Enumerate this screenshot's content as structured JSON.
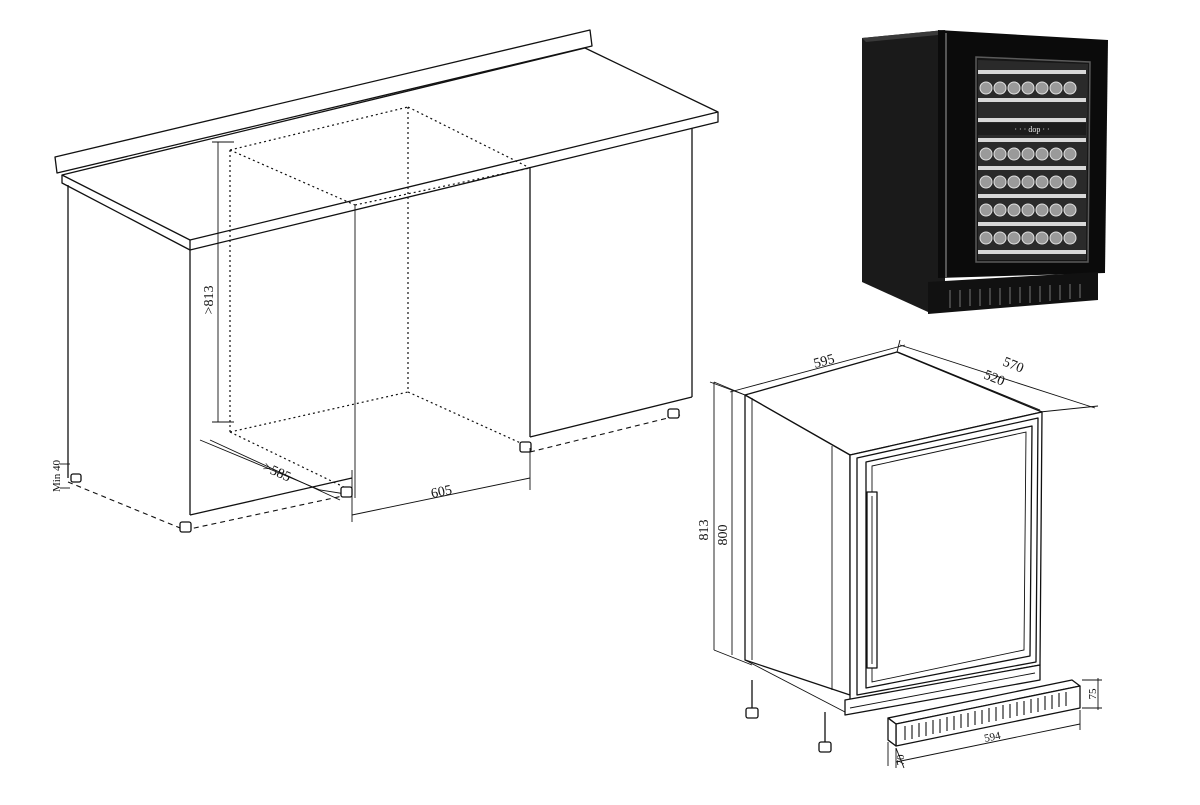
{
  "cabinet": {
    "height_label": ">813",
    "depth_label": ">585",
    "width_label": "605",
    "clearance_label": "Min 40"
  },
  "appliance": {
    "width_label": "595",
    "depth_label": "570",
    "inner_depth_label": "520",
    "height_label": "813",
    "inner_height_label": "800"
  },
  "kickplate": {
    "width_label": "594",
    "height_label": "75",
    "depth_label": "70"
  },
  "photo": {
    "door_display_text": "· · ·  dop  · ·"
  }
}
